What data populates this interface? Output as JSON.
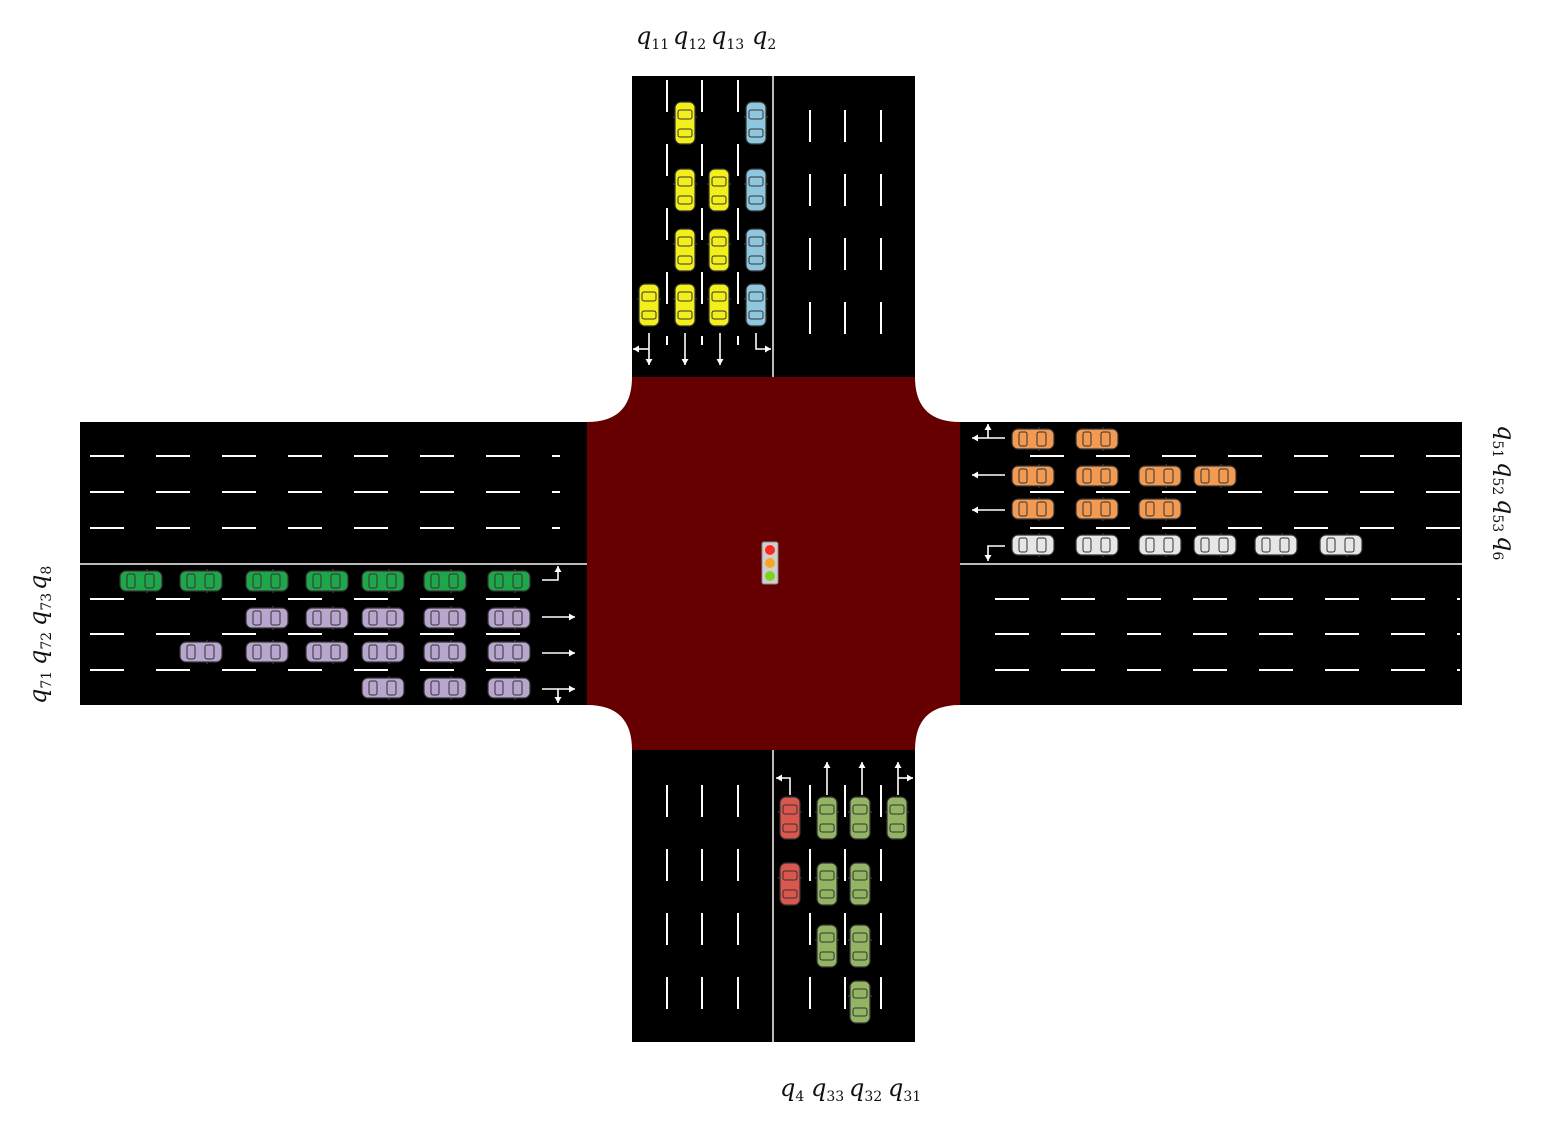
{
  "colors": {
    "road": "#000000",
    "intersection": "#660000",
    "lane_mark": "#ffffff",
    "car_yellow": "#f2ef1a",
    "car_blue": "#8ec7de",
    "car_orange": "#f29a52",
    "car_white": "#e6e6e6",
    "car_green": "#1fa64a",
    "car_purple": "#b9a6cf",
    "car_olive": "#93b463",
    "car_red": "#d9574c",
    "light_red": "#ff2a1f",
    "light_yellow": "#f5a623",
    "light_green": "#7ed321"
  },
  "labels": {
    "north": [
      {
        "var": "q",
        "sub": "11"
      },
      {
        "var": "q",
        "sub": "12"
      },
      {
        "var": "q",
        "sub": "13"
      },
      {
        "var": "q",
        "sub": "2"
      }
    ],
    "south": [
      {
        "var": "q",
        "sub": "4"
      },
      {
        "var": "q",
        "sub": "33"
      },
      {
        "var": "q",
        "sub": "32"
      },
      {
        "var": "q",
        "sub": "31"
      }
    ],
    "east": [
      {
        "var": "q",
        "sub": "51"
      },
      {
        "var": "q",
        "sub": "52"
      },
      {
        "var": "q",
        "sub": "53"
      },
      {
        "var": "q",
        "sub": "6"
      }
    ],
    "west": [
      {
        "var": "q",
        "sub": "71"
      },
      {
        "var": "q",
        "sub": "72"
      },
      {
        "var": "q",
        "sub": "73"
      },
      {
        "var": "q",
        "sub": "8"
      }
    ]
  },
  "queues": {
    "north": {
      "q11": 1,
      "q12": 4,
      "q13": 3,
      "q2": 4
    },
    "east": {
      "q51": 2,
      "q52": 4,
      "q53": 3,
      "q6": 6
    },
    "south": {
      "q4": 2,
      "q33": 3,
      "q32": 4,
      "q31": 1
    },
    "west": {
      "q8": 7,
      "q73": 5,
      "q72": 6,
      "q71": 3
    }
  },
  "icons": {
    "traffic_light": "traffic-light-icon",
    "car": "car-icon",
    "lane_arrow": "arrow-icon"
  }
}
